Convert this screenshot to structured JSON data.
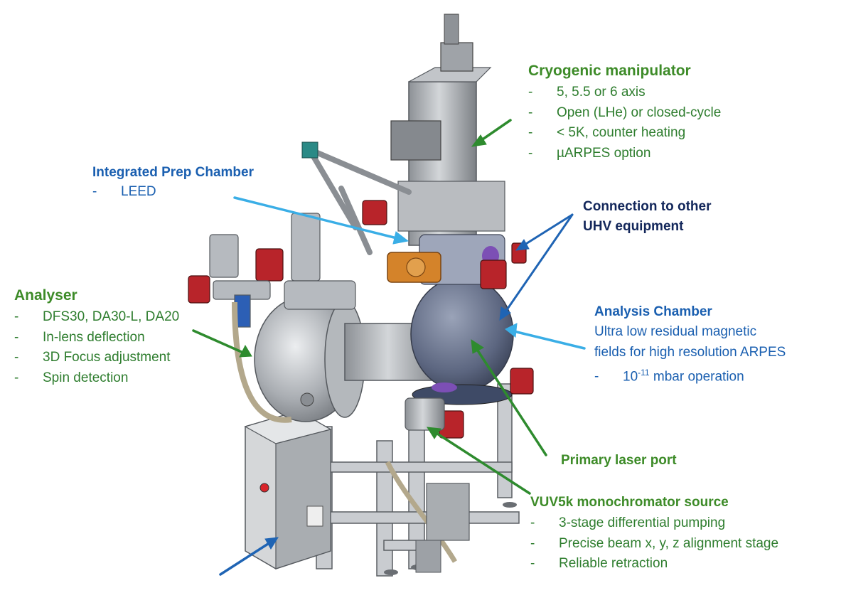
{
  "cryogenic_manipulator": {
    "title": "Cryogenic manipulator",
    "items": [
      "5, 5.5 or 6 axis",
      "Open (LHe) or closed-cycle",
      "< 5K, counter heating",
      "µARPES option"
    ]
  },
  "prep_chamber": {
    "title": "Integrated Prep Chamber",
    "items": [
      "LEED"
    ]
  },
  "connection": {
    "line1": "Connection to other",
    "line2": "UHV equipment"
  },
  "analyser": {
    "title": "Analyser",
    "items": [
      "DFS30, DA30-L, DA20",
      "In-lens deflection",
      "3D Focus adjustment",
      "Spin detection"
    ]
  },
  "analysis_chamber": {
    "title": "Analysis Chamber",
    "line1": "Ultra low residual magnetic",
    "line2": "fields for high resolution ARPES",
    "pressure_base": "10",
    "pressure_exp": "-11",
    "pressure_suffix": " mbar operation"
  },
  "primary_laser": {
    "title": "Primary laser port"
  },
  "vuv_source": {
    "title": "VUV5k monochromator source",
    "items": [
      "3-stage differential pumping",
      "Precise beam x, y, z alignment stage",
      "Reliable retraction"
    ]
  },
  "bullet": "-",
  "colors": {
    "green_text": "#2e7d2e",
    "green_heading": "#3d8b28",
    "blue_text": "#1a5fb0",
    "navy_text": "#12265a",
    "light_blue_arrow": "#3aaee6",
    "dark_blue_arrow": "#1f64b4",
    "green_arrow": "#2e8b2e"
  }
}
